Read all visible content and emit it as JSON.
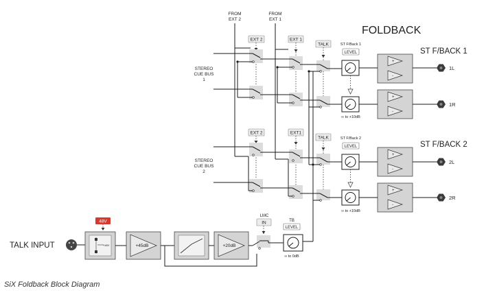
{
  "title": "FOLDBACK",
  "caption": "SiX Foldback Block Diagram",
  "sources": {
    "from_ext2": [
      "FROM",
      "EXT 2"
    ],
    "from_ext1": [
      "FROM",
      "EXT 1"
    ]
  },
  "buses": {
    "bus1": [
      "STEREO",
      "CUE BUS",
      "1"
    ],
    "bus2": [
      "STEREO",
      "CUE BUS",
      "2"
    ]
  },
  "switch_labels": {
    "ext2_top": "EXT 2",
    "ext1_top": "EXT 1",
    "talk_top": "TALK",
    "ext2_bottom": "EXT 2",
    "ext1_bottom": "EXT1",
    "talk_bottom": "TALK",
    "lmc": "LMC",
    "lmc_in": "IN"
  },
  "level": {
    "fb1_title": "ST F/Back 1",
    "fb2_title": "ST F/Back 2",
    "label": "LEVEL",
    "range": "∞ to +10dB",
    "tb_title": "TB",
    "tb_label": "LEVEL",
    "tb_range": "∞ to 0dB"
  },
  "outputs": {
    "st1_title": "ST F/BACK 1",
    "st2_title": "ST F/BACK 2",
    "o1": "1L",
    "o2": "1R",
    "o3": "2L",
    "o4": "2R"
  },
  "talk_input": {
    "label": "TALK INPUT",
    "phantom": "48V",
    "phantom_small": "+48V",
    "gain1": "+45dB",
    "gain2": "+20dB"
  },
  "colors": {
    "phantom_red": "#d63a2f",
    "block_gray": "#d4d4d4",
    "line": "#1a1a1a"
  }
}
